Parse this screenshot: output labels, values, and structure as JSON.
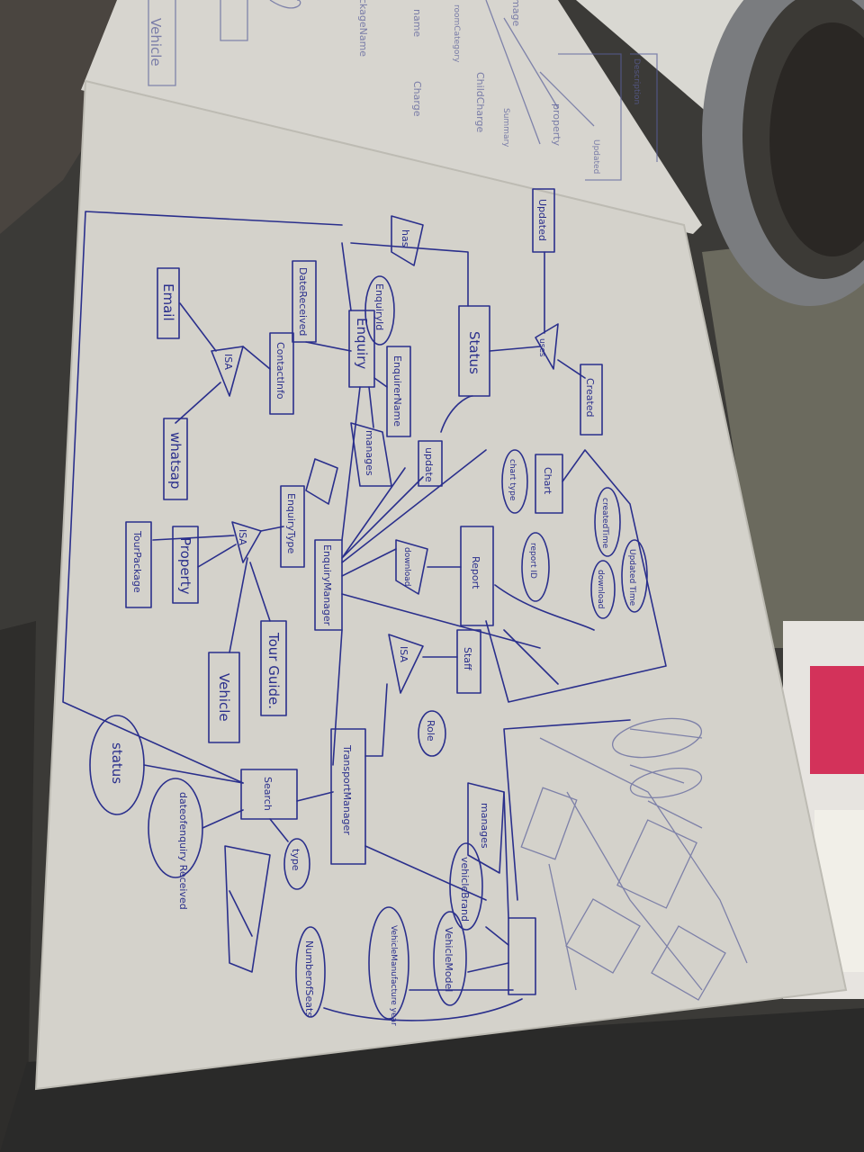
{
  "colors": {
    "paper": "#d8d6cf",
    "ink": "#2a2f8c",
    "background": "#3a3a38"
  },
  "labels": {
    "enquiry": "Enquiry",
    "enquiry_id": "EnquiryId",
    "date_received": "DateReceived",
    "contact_info": "ContactInfo",
    "email": "Email",
    "whatsapp": "whatsap",
    "enquirer_name": "EnquirerName",
    "enquiry_type": "EnquiryType",
    "enquiry_manager": "EnquiryManager",
    "isa": "ISA",
    "tour_package": "TourPackage",
    "property": "Property",
    "vehicle": "Vehicle",
    "tour_guide": "Tour Guide.",
    "status": "Status",
    "has": "has",
    "chart": "Chart",
    "chart_type": "chart type",
    "created_time": "createdTime",
    "updated_time": "Updated Time",
    "download": "download",
    "report": "Report",
    "report_id": "report ID",
    "staff": "Staff",
    "role": "Role",
    "transport_manager": "TransportManager",
    "search": "Search",
    "type": "type",
    "status_attr": "status",
    "date_enquiry_received": "dateofenquiry Received",
    "manages": "manages",
    "update": "update",
    "vehicle_brand": "vehicleBrand",
    "vehicle_model": "VehicleModel",
    "vehicle_manufacture_year": "VehicleManufacture year",
    "number_of_seats": "NumberofSeats",
    "property_top": "property",
    "room_category": "roomCategory",
    "child_charge": "ChildCharge",
    "charge": "Charge",
    "image": "image",
    "name": "name",
    "package_name": "PackageName",
    "vehicle_top": "Vehicle",
    "updated": "Updated",
    "created": "Created",
    "uses": "uses",
    "summary": "Summary",
    "description": "Description"
  }
}
